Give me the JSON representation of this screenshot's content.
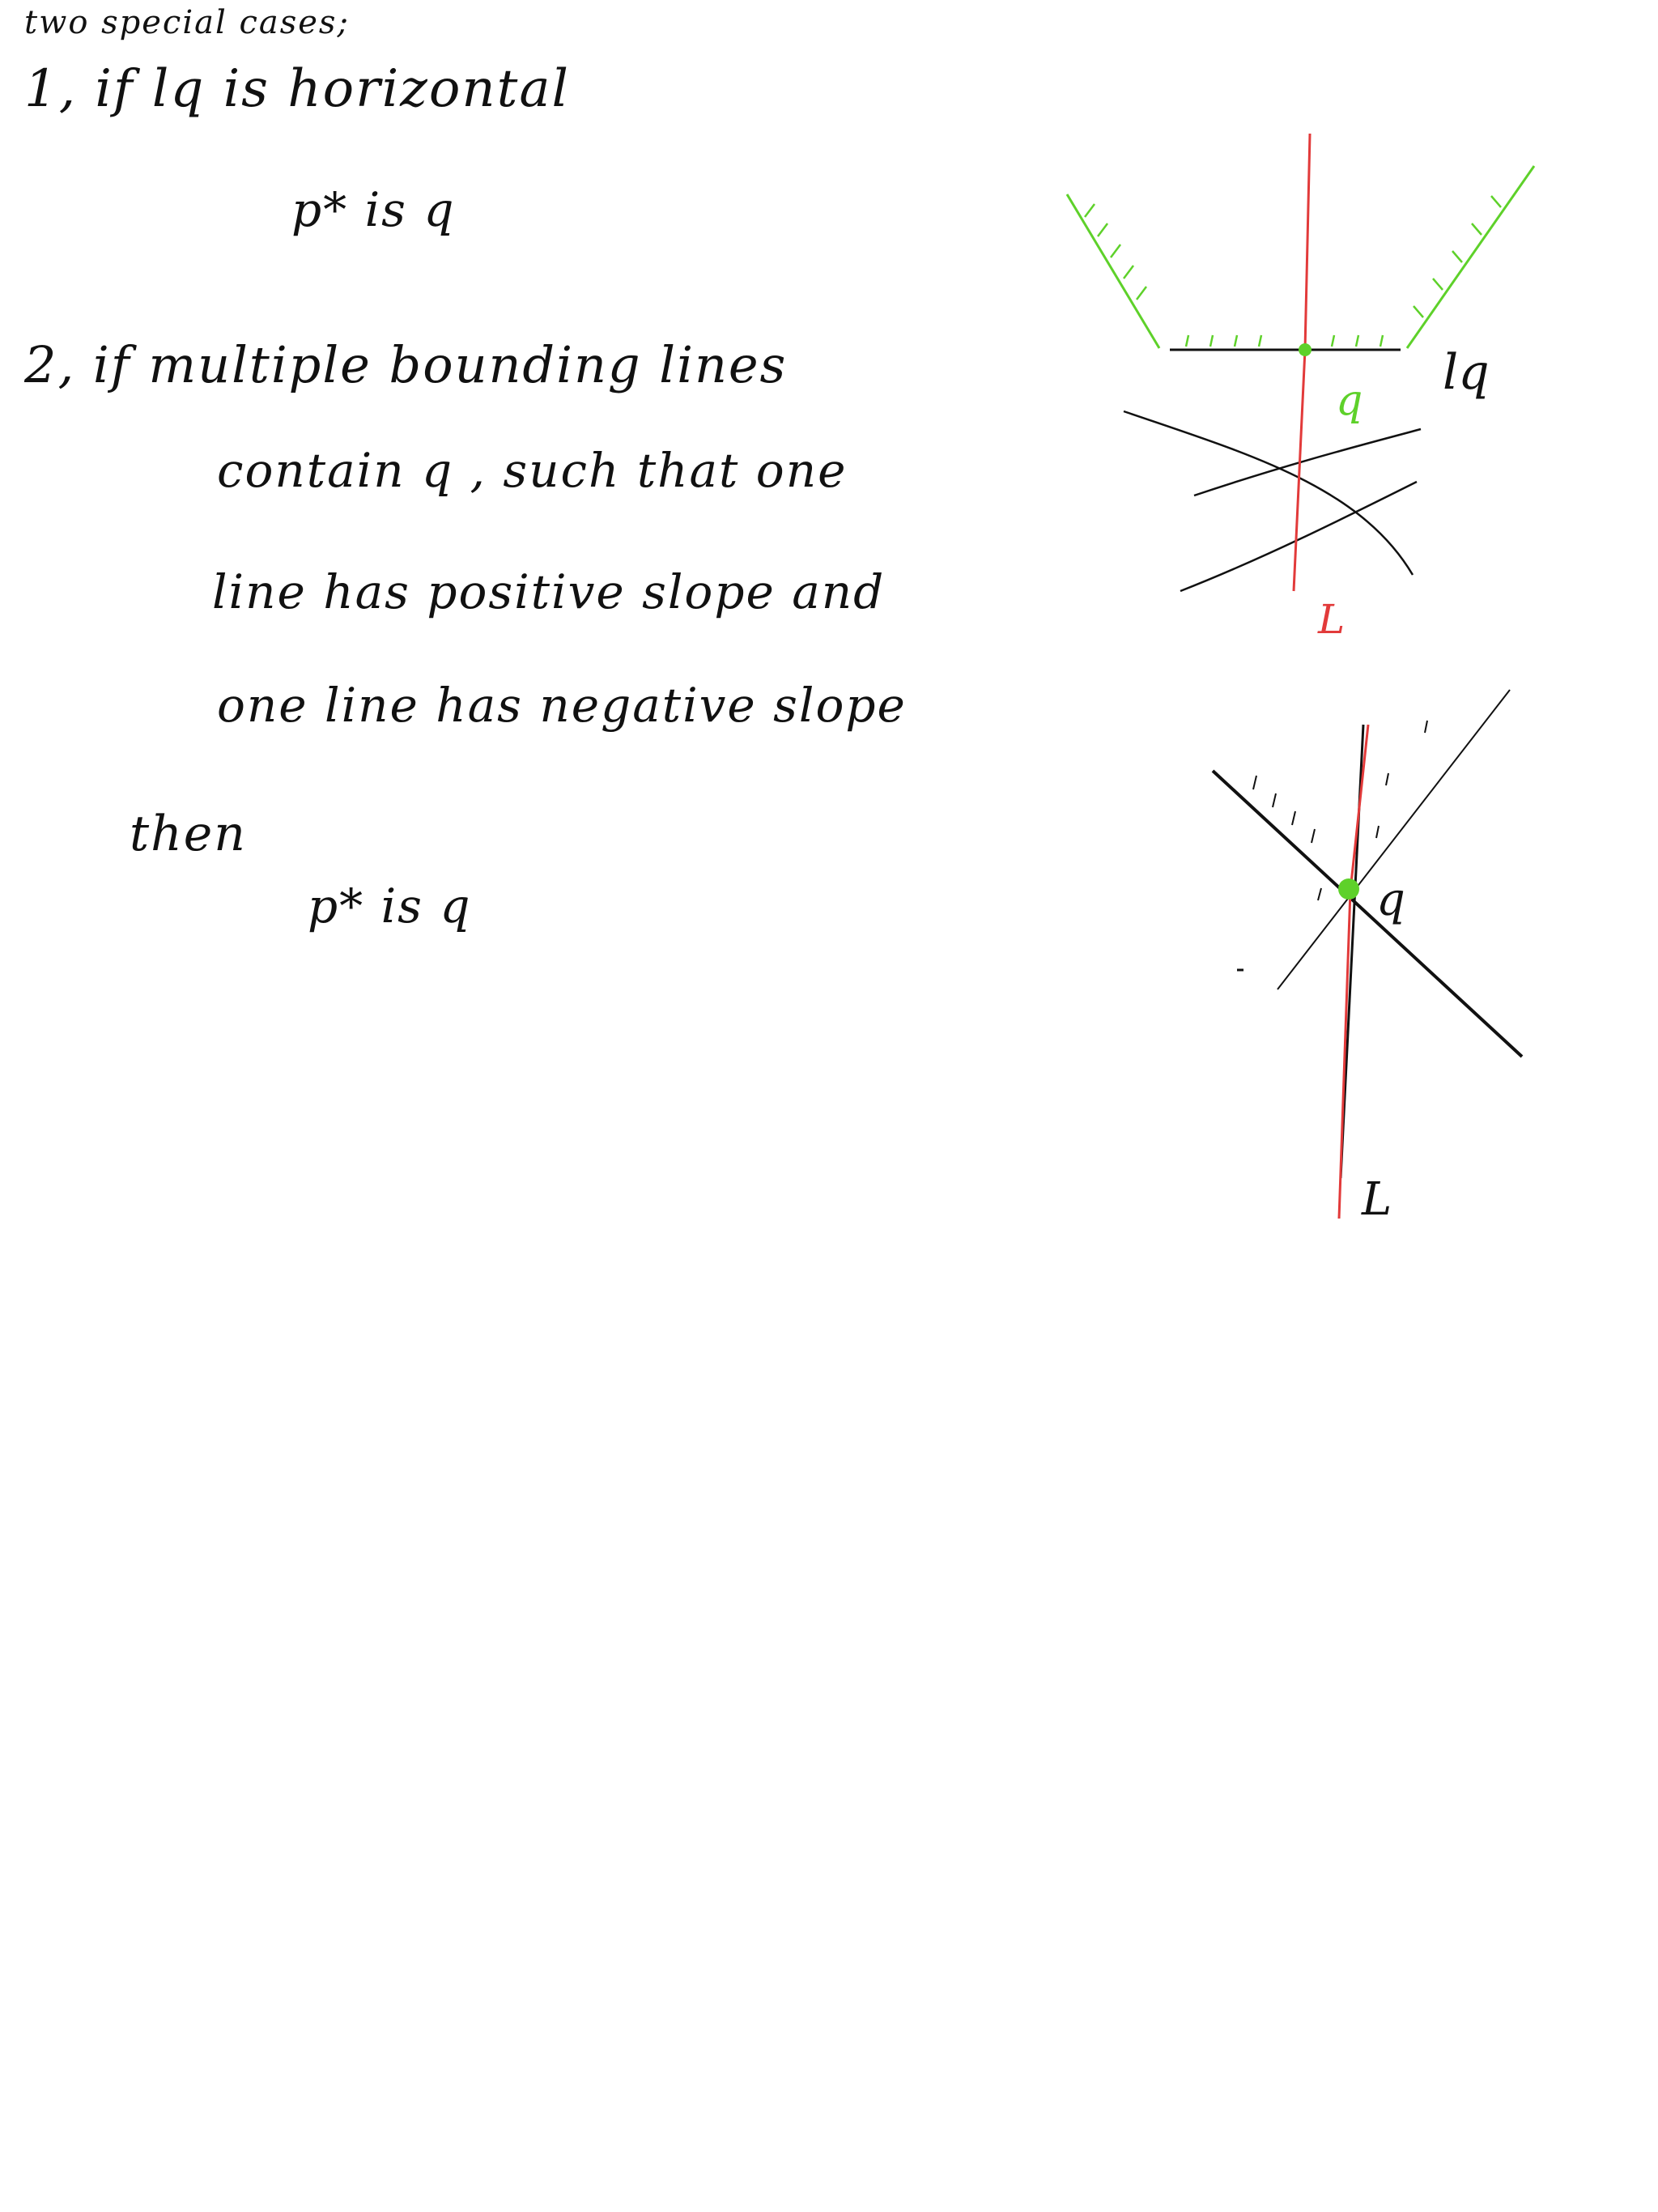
{
  "notes": {
    "heading": "two special cases;",
    "case1": {
      "line1": "1, if lq is horizontal",
      "line2": "p* is q"
    },
    "case2": {
      "line1": "2, if multiple bounding lines",
      "line2": "contain q , such that one",
      "line3": "line has positive slope and",
      "line4": "one line has negative slope"
    },
    "conclusion": {
      "then": "then",
      "result": "p* is q"
    }
  },
  "figure1": {
    "point_label": "q",
    "line_label": "lq",
    "vertical_label": "L"
  },
  "figure2": {
    "point_label": "q",
    "vertical_label": "L"
  },
  "colors": {
    "ink": "#111111",
    "green": "#5ed12a",
    "red": "#e23a3a",
    "background": "#ffffff"
  }
}
